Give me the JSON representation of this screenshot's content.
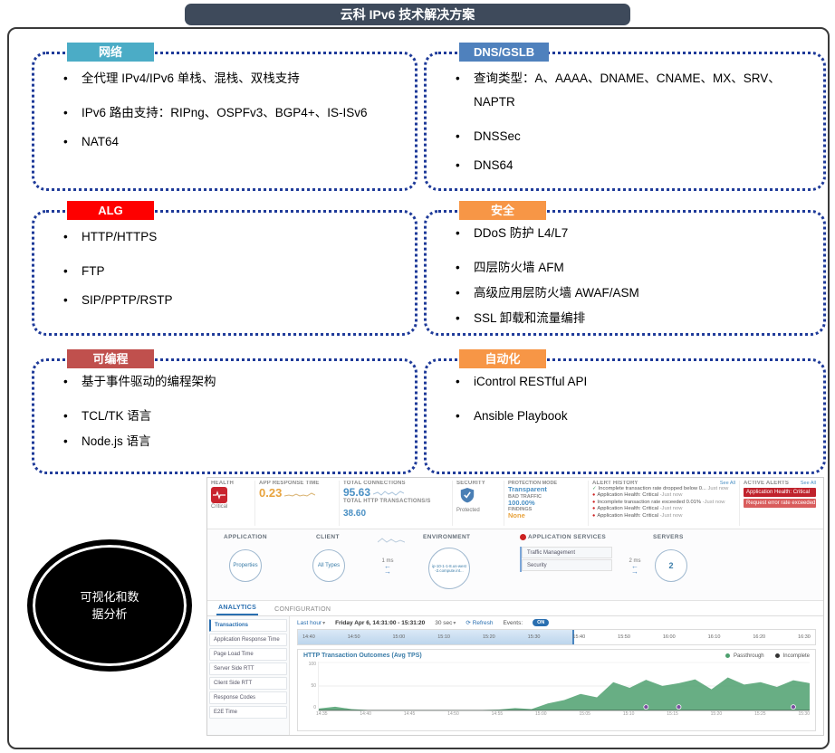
{
  "colors": {
    "title_bg": "#3E4A5B",
    "box_border": "#1E3A99",
    "accent_blue": "#2A6FB0",
    "value_blue": "#4A90C4",
    "value_orange": "#E8A33D",
    "alert_red": "#C0222C",
    "alert_red_light": "#D95C5C",
    "chart_green": "#4DA06E",
    "event_purple": "#7A4FA0",
    "health_red": "#C9242E"
  },
  "icons": {
    "chevron_down": "▾",
    "refresh": "⟳",
    "check": "✓",
    "dot": "●",
    "arrow_left": "←",
    "arrow_right": "→"
  },
  "page": {
    "title": "云科 IPv6 技术解决方案"
  },
  "boxes": [
    {
      "tag": "网络",
      "tag_color": "#4BACC6",
      "items": [
        "全代理 IPv4/IPv6 单栈、混栈、双栈支持",
        "IPv6 路由支持：RIPng、OSPFv3、BGP4+、IS-ISv6",
        "NAT64"
      ]
    },
    {
      "tag": "DNS/GSLB",
      "tag_color": "#4F81BD",
      "items": [
        "查询类型：A、AAAA、DNAME、CNAME、MX、SRV、NAPTR",
        "DNSSec",
        "DNS64"
      ]
    },
    {
      "tag": "ALG",
      "tag_color": "#FE0000",
      "items": [
        "HTTP/HTTPS",
        "FTP",
        "SIP/PPTP/RSTP"
      ]
    },
    {
      "tag": "安全",
      "tag_color": "#F79646",
      "items": [
        "DDoS 防护 L4/L7",
        "四层防火墙 AFM",
        "高级应用层防火墙 AWAF/ASM",
        "SSL 卸载和流量编排"
      ]
    },
    {
      "tag": "可编程",
      "tag_color": "#C0504D",
      "items": [
        "基于事件驱动的编程架构",
        "TCL/TK 语言",
        "Node.js 语言"
      ]
    },
    {
      "tag": "自动化",
      "tag_color": "#F79646",
      "items": [
        "iControl RESTful API",
        "Ansible Playbook"
      ]
    }
  ],
  "ellipse": {
    "label": "可视化和数\n据分析"
  },
  "dashboard": {
    "health": {
      "label": "HEALTH",
      "status": "Critical"
    },
    "app_response_time": {
      "label": "APP RESPONSE TIME",
      "value": "0.23"
    },
    "total_connections": {
      "label": "TOTAL CONNECTIONS",
      "value": "95.63"
    },
    "total_http": {
      "label": "TOTAL HTTP TRANSACTIONS/S",
      "value": "38.60"
    },
    "security": {
      "label": "SECURITY",
      "status": "Protected"
    },
    "protection": {
      "mode_label": "PROTECTION MODE",
      "mode": "Transparent",
      "bad_traffic_label": "BAD TRAFFIC",
      "bad_traffic": "100.00%",
      "findings_label": "FINDINGS",
      "findings": "None"
    },
    "alert_history": {
      "label": "ALERT HISTORY",
      "see_all": "See All",
      "items": [
        {
          "text": "Incomplete transaction rate dropped below 0...",
          "time": "Just now"
        },
        {
          "text": "Application Health: Critical",
          "time": "-Just now"
        },
        {
          "text": "Incomplete transaction rate exceeded 0.01%",
          "time": "-Just now"
        },
        {
          "text": "Application Health: Critical",
          "time": "-Just now"
        },
        {
          "text": "Application Health: Critical",
          "time": "-Just now"
        }
      ]
    },
    "active_alerts": {
      "label": "ACTIVE ALERTS",
      "see_all": "See All",
      "items": [
        "Application Health: Critical",
        "Request error rate exceeded 0.05%"
      ]
    },
    "topology": {
      "application_label": "APPLICATION",
      "application_node": "Properties",
      "client_label": "CLIENT",
      "client_node": "All Types",
      "client_latency": "1 ms",
      "environment_label": "ENVIRONMENT",
      "environment_node": "ip-10-1-1-8.us-west-2.compute.int...",
      "services_label": "APPLICATION SERVICES",
      "services": [
        "Traffic Management",
        "Security"
      ],
      "server_latency": "2 ms",
      "servers_label": "SERVERS",
      "servers_node": "2"
    },
    "tabs": [
      "ANALYTICS",
      "CONFIGURATION"
    ],
    "sidebar": [
      "Transactions",
      "Application Response Time",
      "Page Load Time",
      "Server Side RTT",
      "Client Side RTT",
      "Response Codes",
      "E2E Time"
    ],
    "toolbar": {
      "range": "Last hour",
      "date": "Friday Apr 6, 14:31:00 - 15:31:20",
      "interval": "30 sec",
      "refresh": "Refresh",
      "events_label": "Events:",
      "events_state": "ON"
    },
    "timeline_ticks": [
      "14:40",
      "14:50",
      "15:00",
      "15:10",
      "15:20",
      "15:30",
      "15:40",
      "15:50",
      "16:00",
      "16:10",
      "16:20",
      "16:30"
    ]
  },
  "chart_data": {
    "type": "area",
    "title": "HTTP Transaction Outcomes (Avg TPS)",
    "legend": [
      "Passthrough",
      "Incomplete"
    ],
    "legend_position": "top-right",
    "grid": true,
    "x_start": "14:31",
    "x_end": "15:31",
    "x": [
      "14:35",
      "14:40",
      "14:45",
      "14:50",
      "14:55",
      "15:00",
      "15:05",
      "15:10",
      "15:15",
      "15:20",
      "15:25",
      "15:30"
    ],
    "ylim": [
      0,
      100
    ],
    "yticks": [
      0,
      50,
      100
    ],
    "series": [
      {
        "name": "Passthrough",
        "color": "#4DA06E",
        "values": [
          4,
          8,
          3,
          1,
          1,
          1,
          1,
          1,
          1,
          1,
          1,
          2,
          5,
          3,
          15,
          22,
          35,
          28,
          60,
          48,
          65,
          52,
          58,
          66,
          45,
          70,
          55,
          60,
          50,
          64,
          58
        ]
      },
      {
        "name": "Incomplete",
        "color": "#333333",
        "values": [
          0,
          0,
          0,
          0,
          0,
          0,
          0,
          0,
          0,
          0,
          0,
          0,
          0,
          0,
          0,
          0,
          0,
          0,
          0,
          0,
          0,
          0,
          0,
          0,
          0,
          0,
          0,
          0,
          0,
          0,
          0
        ]
      }
    ],
    "events": [
      "15:11",
      "15:15",
      "15:29"
    ]
  }
}
